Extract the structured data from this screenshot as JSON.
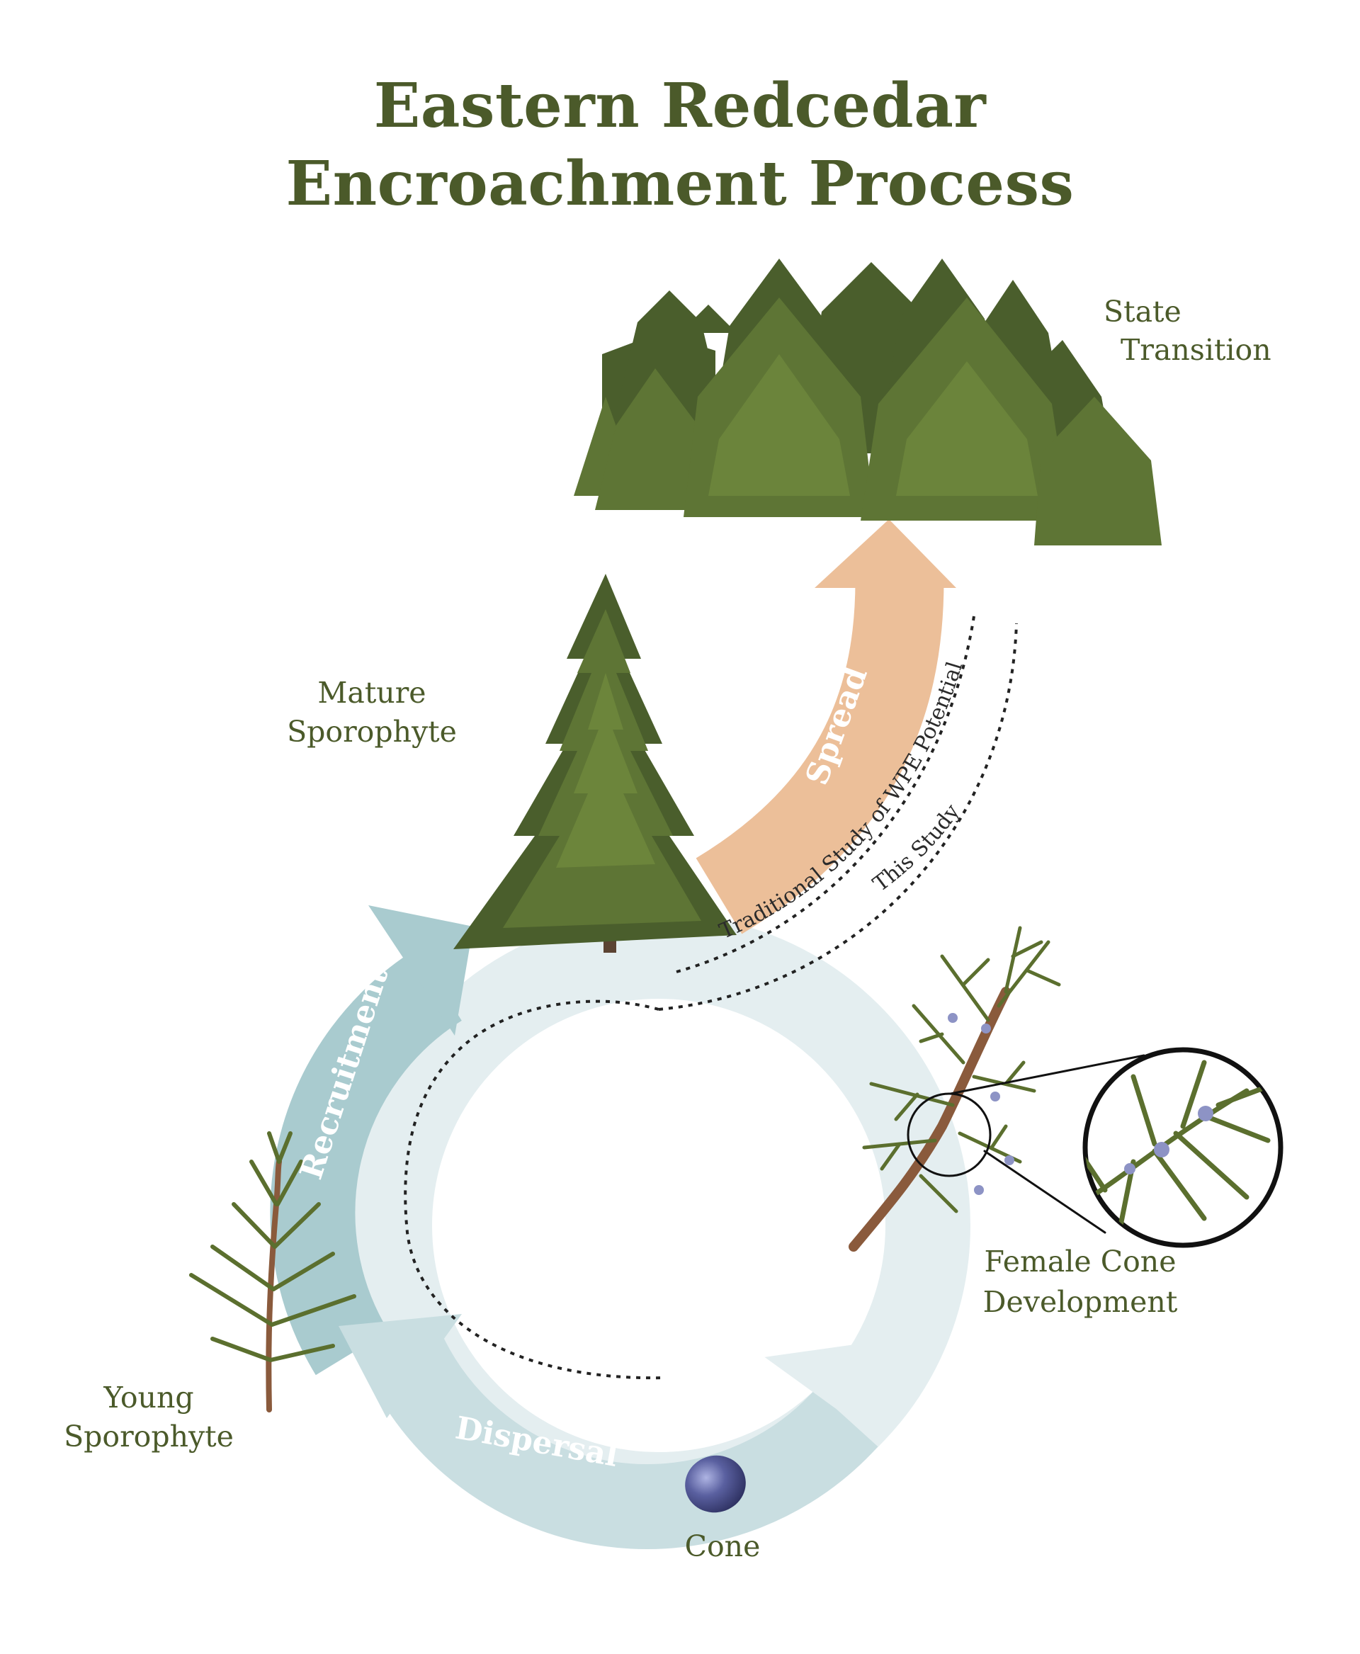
{
  "title": {
    "line1": "Eastern Redcedar",
    "line2": "Encroachment Process"
  },
  "labels": {
    "state_transition_1": "State",
    "state_transition_2": "Transition",
    "mature_1": "Mature",
    "mature_2": "Sporophyte",
    "female_1": "Female Cone",
    "female_2": "Development",
    "young_1": "Young",
    "young_2": "Sporophyte",
    "cone": "Cone"
  },
  "arrows": {
    "spread": "Spread",
    "recruitment": "Recruitment",
    "dispersal": "Dispersal"
  },
  "paths": {
    "traditional": "Traditional Study of WPE Potential",
    "this_study": "This Study"
  },
  "colors": {
    "title_text": "#4b5a2a",
    "spread_arrow": "#ecbf99",
    "recruitment_arrow": "#a9cbcf",
    "dispersal_arrow": "#c9dee1",
    "cycle_light": "#e4eef0",
    "tree_dark": "#4a5e2c",
    "tree_mid": "#5e7535",
    "tree_light": "#77903f",
    "cone_blue": "#4b4f88"
  }
}
